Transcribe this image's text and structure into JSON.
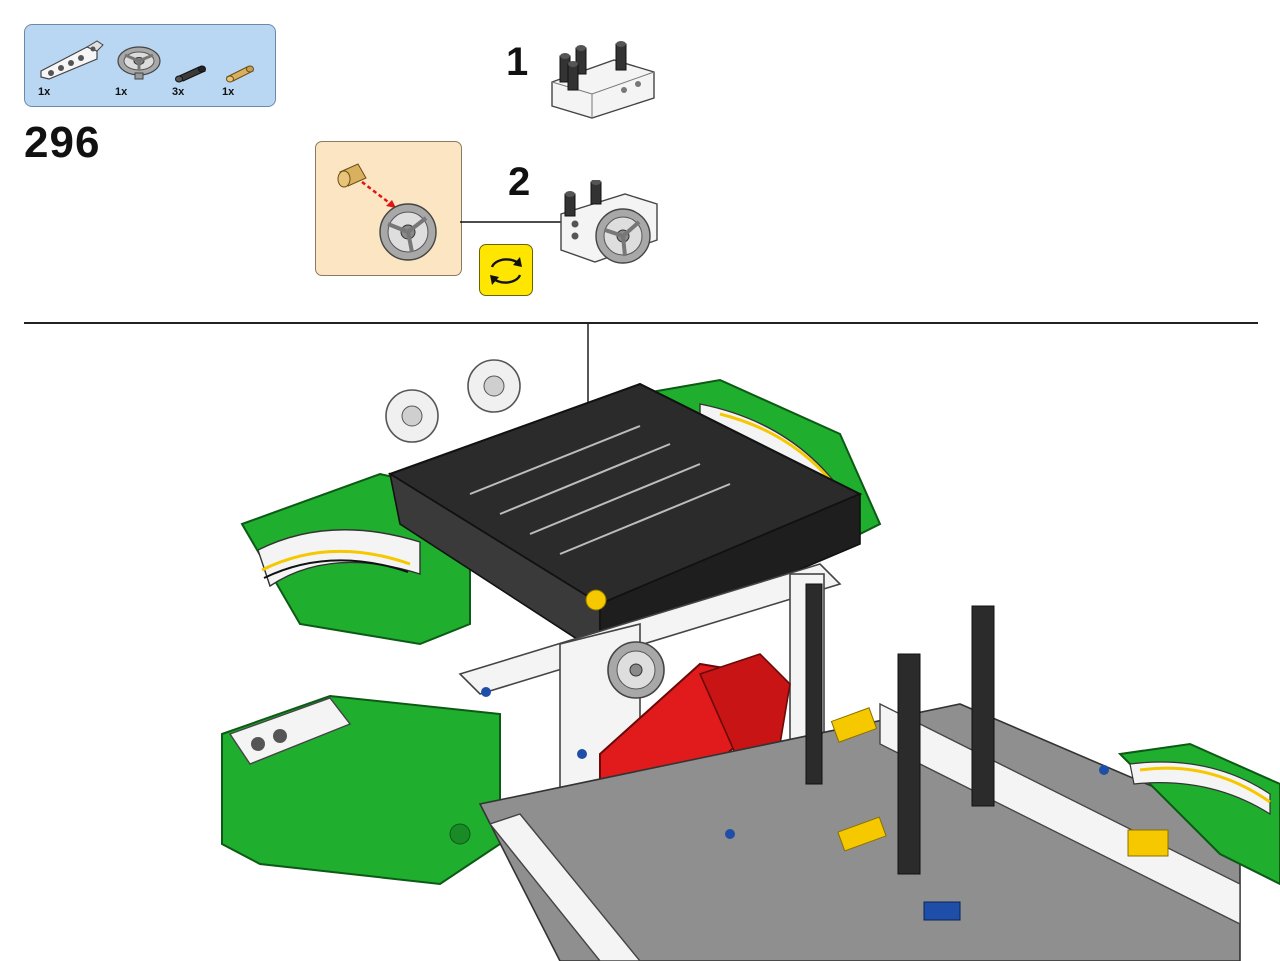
{
  "step": {
    "number": "296"
  },
  "parts_list": [
    {
      "icon": "beam-part-icon",
      "qty": "1x"
    },
    {
      "icon": "steering-wheel-part-icon",
      "qty": "1x"
    },
    {
      "icon": "black-pin-part-icon",
      "qty": "3x"
    },
    {
      "icon": "tan-axle-pin-part-icon",
      "qty": "1x"
    }
  ],
  "sub_steps": [
    {
      "number": "1"
    },
    {
      "number": "2"
    }
  ],
  "callout": {
    "icon": "attach-wheel-callout-icon"
  },
  "badge": {
    "icon": "rotate-model-icon"
  },
  "colors": {
    "parts_bg": "#b9d6f2",
    "callout_bg": "#fbe5c2",
    "rotate_badge": "#ffe600",
    "model_green": "#1fae2e",
    "model_black": "#2b2b2b",
    "model_red": "#e11b1b",
    "model_white": "#f4f4f4",
    "pin_blue": "#1f4ea8",
    "accent_yellow": "#f6c800"
  }
}
